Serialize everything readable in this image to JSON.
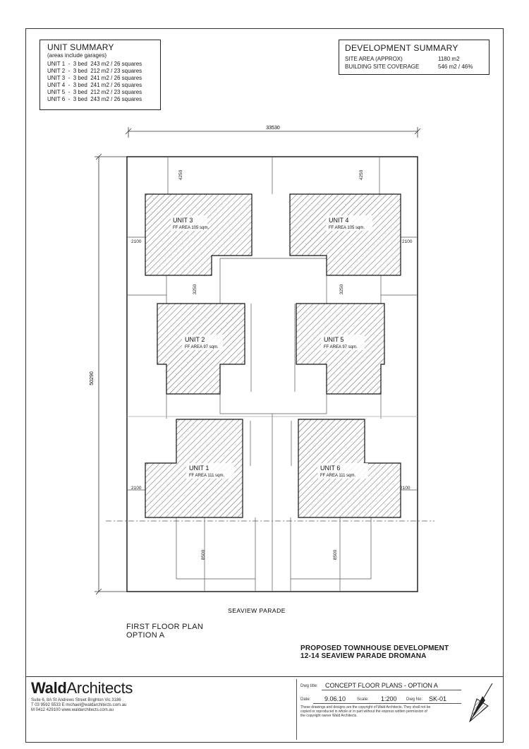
{
  "unit_summary": {
    "title": "UNIT SUMMARY",
    "subtitle": "(areas include garages)",
    "rows": [
      "UNIT 1  -  3 bed  243 m2 / 26 squares",
      "UNIT 2  -  3 bed  212 m2 / 23 squares",
      "UNIT 3  -  3 bed  241 m2 / 26 squares",
      "UNIT 4  -  3 bed  241 m2 / 26 squares",
      "UNIT 5  -  3 bed  212 m2 / 23 squares",
      "UNIT 6  -  3 bed  243 m2 / 26 squares"
    ]
  },
  "development_summary": {
    "title": "DEVELOPMENT SUMMARY",
    "site_area_label": "SITE AREA (APPROX)",
    "site_area_value": "1180 m2",
    "coverage_label": "BUILDING SITE COVERAGE",
    "coverage_value": "546 m2  /  46%"
  },
  "plan": {
    "width_dim": "33530",
    "depth_dim": "50290",
    "setback_top_left": "4250",
    "setback_top_right": "4250",
    "gap_left": "3250",
    "gap_right": "3250",
    "side_left_upper": "2100",
    "side_right_upper": "2100",
    "side_left_lower": "2100",
    "side_right_lower": "2100",
    "front_left": "8500",
    "front_right": "8500",
    "units": [
      {
        "label": "UNIT 3",
        "area": "FF AREA 105 sqm."
      },
      {
        "label": "UNIT 4",
        "area": "FF AREA 105 sqm."
      },
      {
        "label": "UNIT 2",
        "area": "FF AREA 97 sqm."
      },
      {
        "label": "UNIT 5",
        "area": "FF AREA 97 sqm."
      },
      {
        "label": "UNIT 1",
        "area": "FF AREA 111 sqm."
      },
      {
        "label": "UNIT 6",
        "area": "FF AREA 111 sqm."
      }
    ],
    "street": "SEAVIEW PARADE"
  },
  "plan_title": {
    "line1": "FIRST FLOOR PLAN",
    "line2": "OPTION A"
  },
  "project": {
    "line1": "PROPOSED TOWNHOUSE DEVELOPMENT",
    "line2": "12-14 SEAVIEW PARADE DROMANA"
  },
  "firm": {
    "name_bold": "Wald",
    "name_rest": "Architects",
    "address": "Suite 6, 8A St Andrews Street Brighton Vic 3186",
    "phone_email": "T 03 9592 5533  E michael@waldarchitects.com.au",
    "mobile_web": "M 0412 429100  www.waldarchitects.com.au"
  },
  "title_block": {
    "dwg_title_label": "Dwg title:",
    "dwg_title": "CONCEPT FLOOR PLANS - OPTION A",
    "date_label": "Date:",
    "date": "9.06.10",
    "scale_label": "Scale:",
    "scale": "1:200",
    "dwg_no_label": "Dwg No:",
    "dwg_no": "SK-01",
    "note1": "These drawings and designs are the copyright of Wald Architects. They shall not be",
    "note2": "copied or reproduced in whole or in part without the express written permission of",
    "note3": "the copyright owner Wald Architects."
  }
}
